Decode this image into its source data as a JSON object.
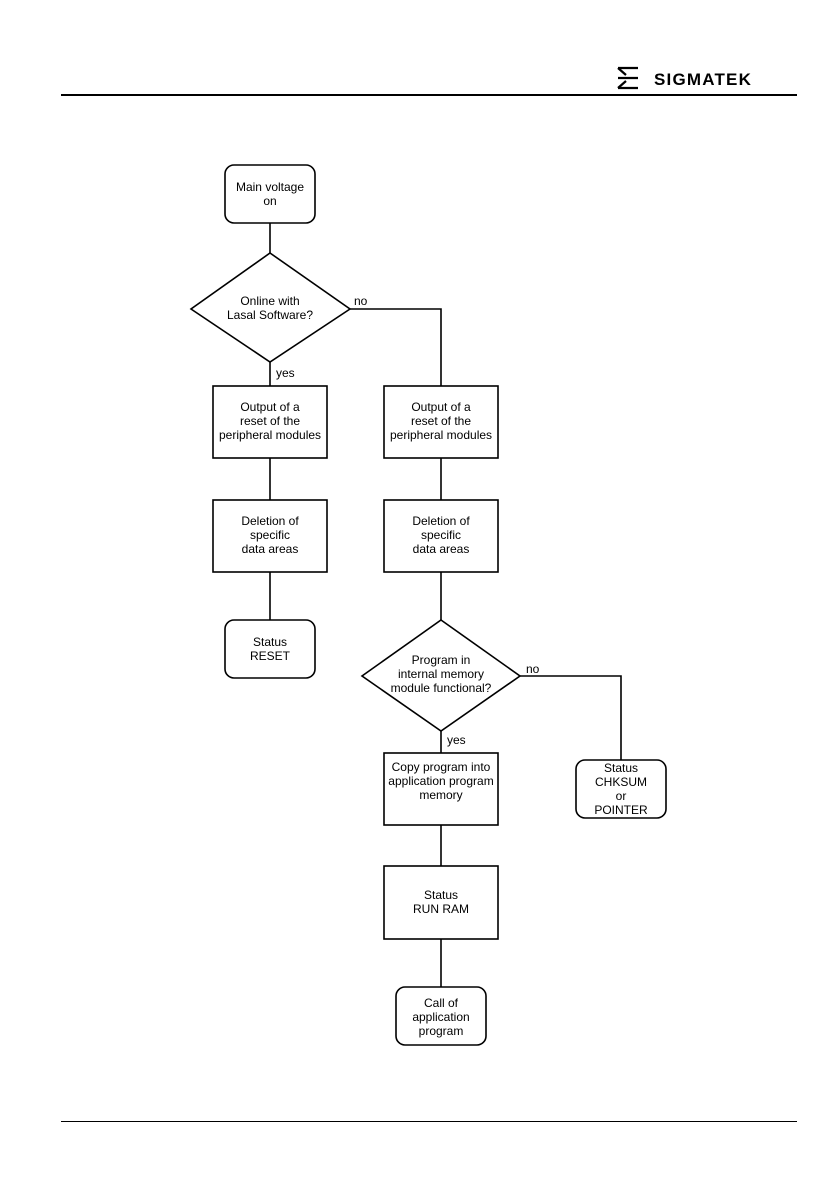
{
  "header": {
    "logo_text": "SIGMATEK"
  },
  "flowchart": {
    "start": [
      "Main voltage",
      "on"
    ],
    "decision_online": [
      "Online with",
      "Lasal Software?"
    ],
    "label_no_1": "no",
    "label_yes_1": "yes",
    "left_reset": [
      "Output of a",
      "reset of the",
      "peripheral modules"
    ],
    "left_delete": [
      "Deletion of",
      "specific",
      "data areas"
    ],
    "status_reset": [
      "Status",
      "RESET"
    ],
    "right_reset": [
      "Output of a",
      "reset of the",
      "peripheral modules"
    ],
    "right_delete": [
      "Deletion of",
      "specific",
      "data areas"
    ],
    "decision_program": [
      "Program in",
      "internal memory",
      "module functional?"
    ],
    "label_no_2": "no",
    "label_yes_2": "yes",
    "copy_program": [
      "Copy program into",
      "application program",
      "memory"
    ],
    "status_chksum": [
      "Status",
      "CHKSUM",
      "or",
      "POINTER"
    ],
    "status_run": [
      "Status",
      "RUN RAM"
    ],
    "call_app": [
      "Call of",
      "application",
      "program"
    ]
  }
}
